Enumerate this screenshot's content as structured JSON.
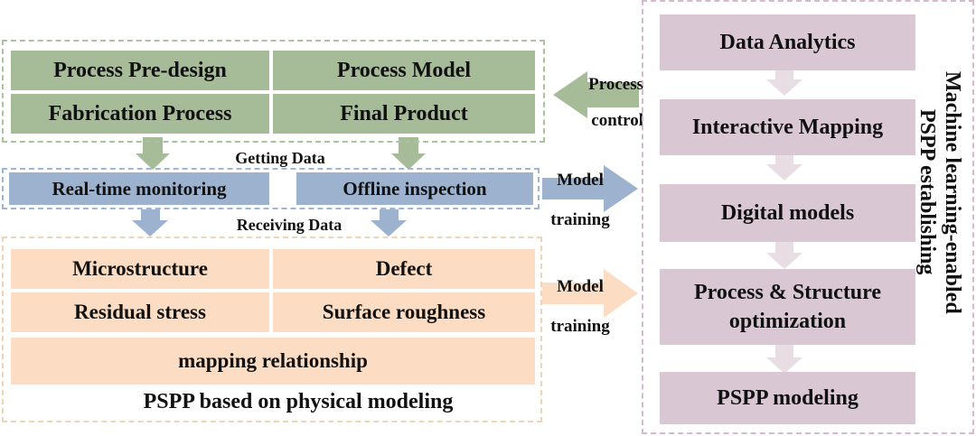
{
  "left": {
    "process_block": {
      "cells": [
        "Process Pre-design",
        "Process Model",
        "Fabrication Process",
        "Final Product"
      ]
    },
    "getting_data_label": "Getting Data",
    "data_block": {
      "cells": [
        "Real-time monitoring",
        "Offline inspection"
      ]
    },
    "receiving_data_label": "Receiving Data",
    "physical_block": {
      "cells": [
        "Microstructure",
        "Defect",
        "Residual stress",
        "Surface roughness"
      ],
      "mapping": "mapping relationship",
      "caption": "PSPP based on physical modeling"
    }
  },
  "middle": {
    "process_control": [
      "Process",
      "control"
    ],
    "model_training_1": [
      "Model",
      "training"
    ],
    "model_training_2": [
      "Model",
      "training"
    ]
  },
  "right": {
    "steps": [
      "Data Analytics",
      "Interactive Mapping",
      "Digital models",
      "Process & Structure optimization",
      "PSPP modeling"
    ],
    "side_title": [
      "Machine learning-enabled",
      "PSPP establishing"
    ]
  },
  "colors": {
    "green": "#a6bb97",
    "blue": "#9db2cf",
    "peach": "#fcdcc2",
    "mauve": "#d9c8d3"
  }
}
